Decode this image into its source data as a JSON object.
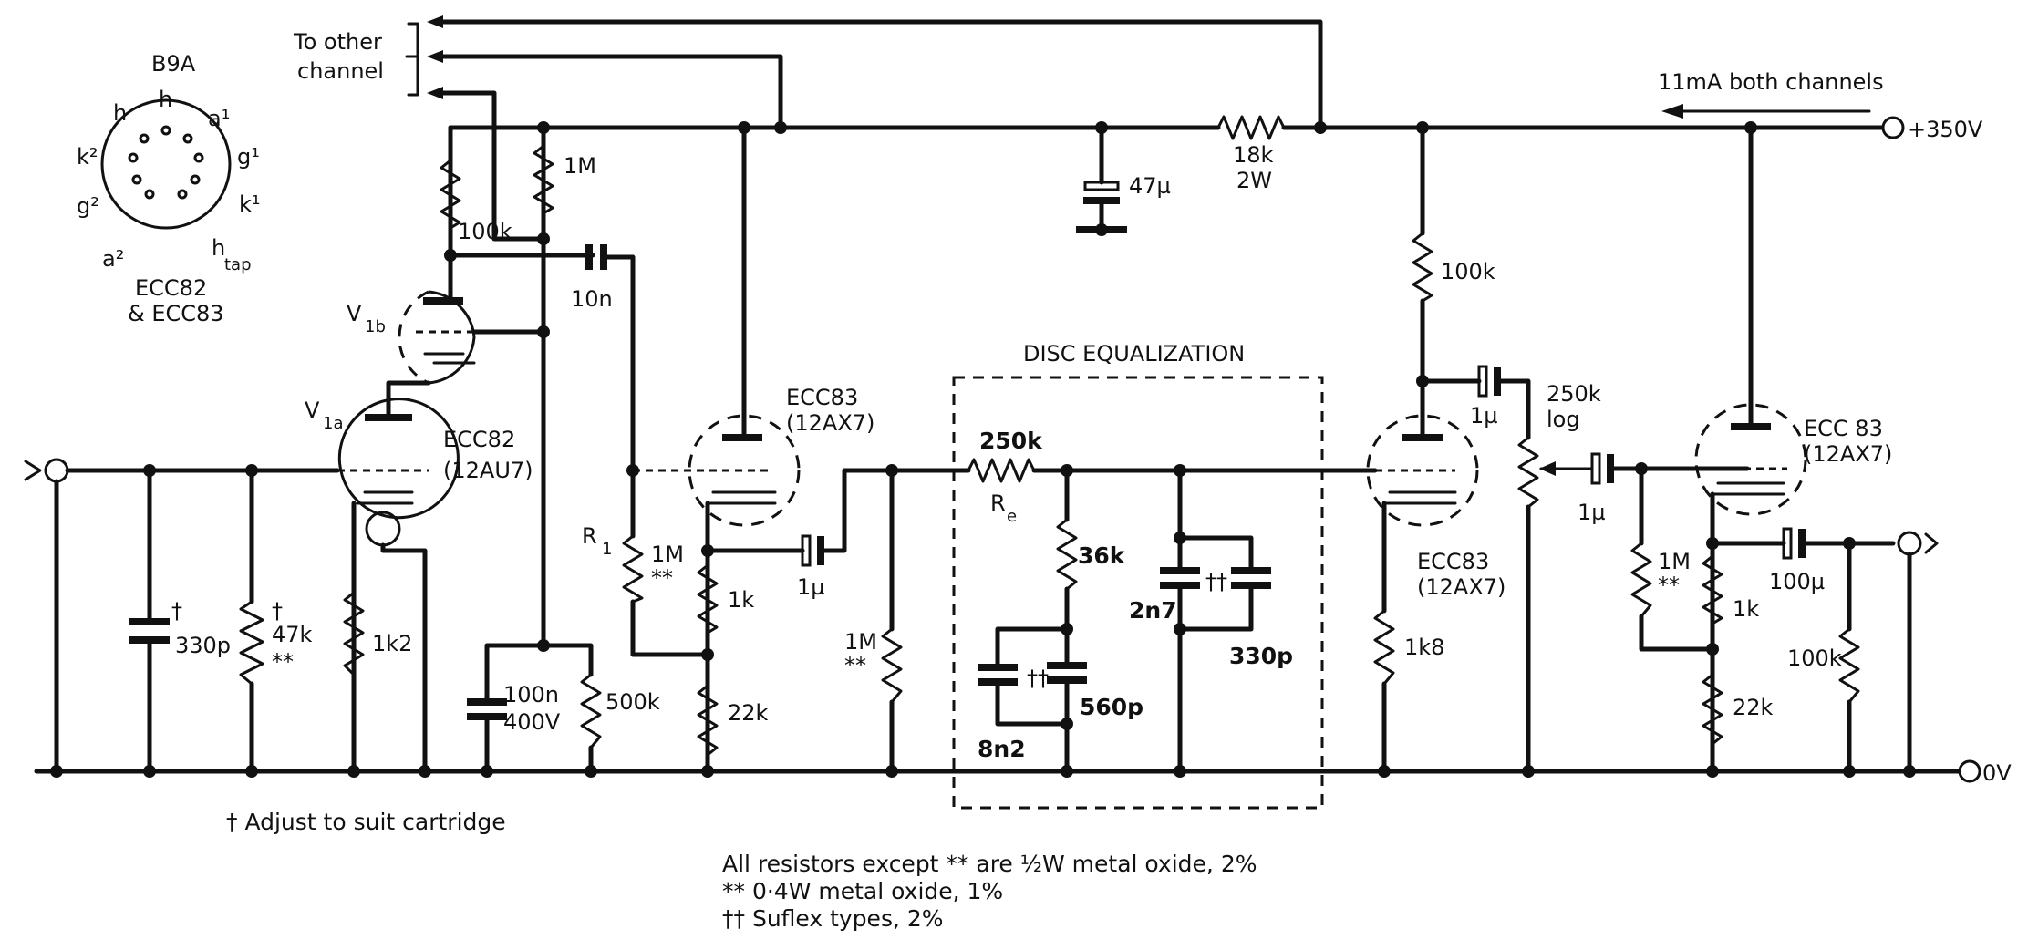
{
  "pinout": {
    "title": "B9A",
    "pins": [
      "h",
      "h",
      "a¹",
      "g¹",
      "k¹",
      "h",
      "a²",
      "g²",
      "k²"
    ],
    "tap": "tap",
    "tubes_line1": "ECC82",
    "tubes_line2": "& ECC83"
  },
  "other_channel": [
    "To other",
    "channel"
  ],
  "supply": {
    "current": "11mA  both channels",
    "voltage": "+350V",
    "ground": "0V"
  },
  "tubes": {
    "v1b": "V",
    "v1b_sub": "1b",
    "v1a": "V",
    "v1a_sub": "1a",
    "v1_type": "ECC82",
    "v1_alt": "(12AU7)",
    "v2_type": "ECC83",
    "v2_alt": "(12AX7)",
    "v3_type": "ECC83",
    "v3_alt": "(12AX7)",
    "v4_type": "ECC 83",
    "v4_alt": "(12AX7)"
  },
  "components": {
    "c_in": "330p",
    "c_in_mark": "†",
    "r_in": "47k",
    "r_in_mark": "†",
    "r_in_mark2": "**",
    "r_cath1": "1k2",
    "r_100k_v1b": "100k",
    "r_1m_top": "1M",
    "c_10n": "10n",
    "c_100n": "100n",
    "c_100n_v": "400V",
    "r_500k": "500k",
    "r1_label": "R",
    "r1_sub": "1",
    "r1_value": "1M",
    "r1_mark": "**",
    "r_1k_v2": "1k",
    "r_22k_v2": "22k",
    "c_1u_v2": "1µ",
    "c_47u": "47µ",
    "r_18k": "18k",
    "r_18k_w": "2W",
    "r_1m_eq": "1M",
    "r_1m_eq_mark": "**",
    "r_250k": "250k",
    "re_label": "R",
    "re_sub": "e",
    "r_36k": "36k",
    "c_8n2": "8n2",
    "c_8n2_mark": "††",
    "c_560p": "560p",
    "c_2n7": "2n7",
    "c_2n7_mark": "††",
    "c_330p_eq": "330p",
    "r_100k_v3": "100k",
    "c_1u_v3": "1µ",
    "pot": "250k",
    "pot_law": "log",
    "r_1k8": "1k8",
    "c_1u_v4": "1µ",
    "r_1m_v4": "1M",
    "r_1m_v4_mark": "**",
    "r_1k_v4": "1k",
    "r_22k_v4": "22k",
    "c_100u": "100µ",
    "r_100k_out": "100k"
  },
  "eq_box": "DISC EQUALIZATION",
  "notes": {
    "adjust": "† Adjust to suit cartridge",
    "line1": "All resistors except ** are ½W metal oxide, 2%",
    "line2": "** 0·4W metal oxide, 1%",
    "line3": "†† Suflex types, 2%"
  }
}
